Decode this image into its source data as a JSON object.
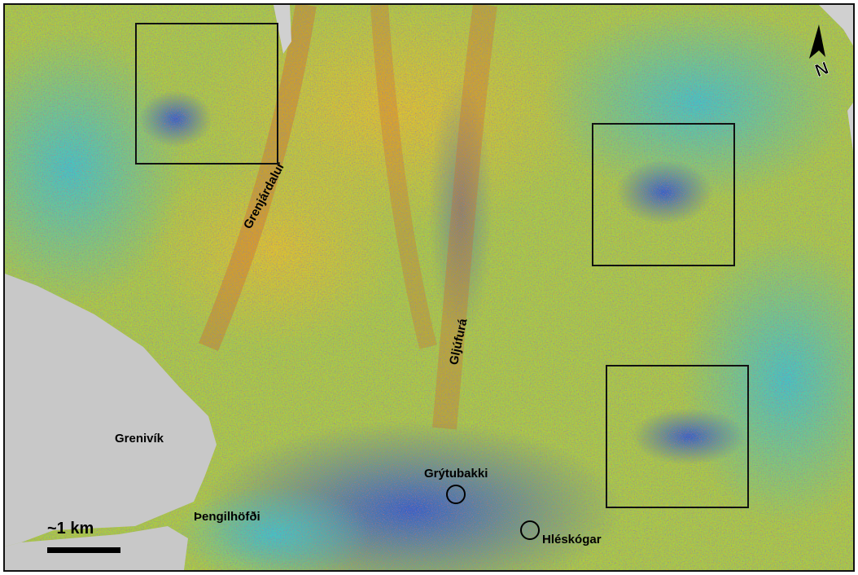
{
  "labels": {
    "grenjardalur": "Grenjárdalur",
    "gljufura": "Gljúfurá",
    "grenivik": "Grenivík",
    "thengilhofdi": "Þengilhöfði",
    "grytubakki": "Grýtubakki",
    "hleskogar": "Hléskógar"
  },
  "scale": {
    "label": "~1 km"
  },
  "north": {
    "letter": "N"
  },
  "colors": {
    "background_sea": "#c8c8c8",
    "frame": "#111111",
    "roi": "#111111",
    "dominant_yellow_green": "#a8cf3a",
    "cyan": "#3fc8c8",
    "blue": "#2b5bd6",
    "red": "#d83a1a"
  },
  "icons": {
    "north_arrow": "north-arrow-icon",
    "site_marker": "circle-marker-icon"
  }
}
